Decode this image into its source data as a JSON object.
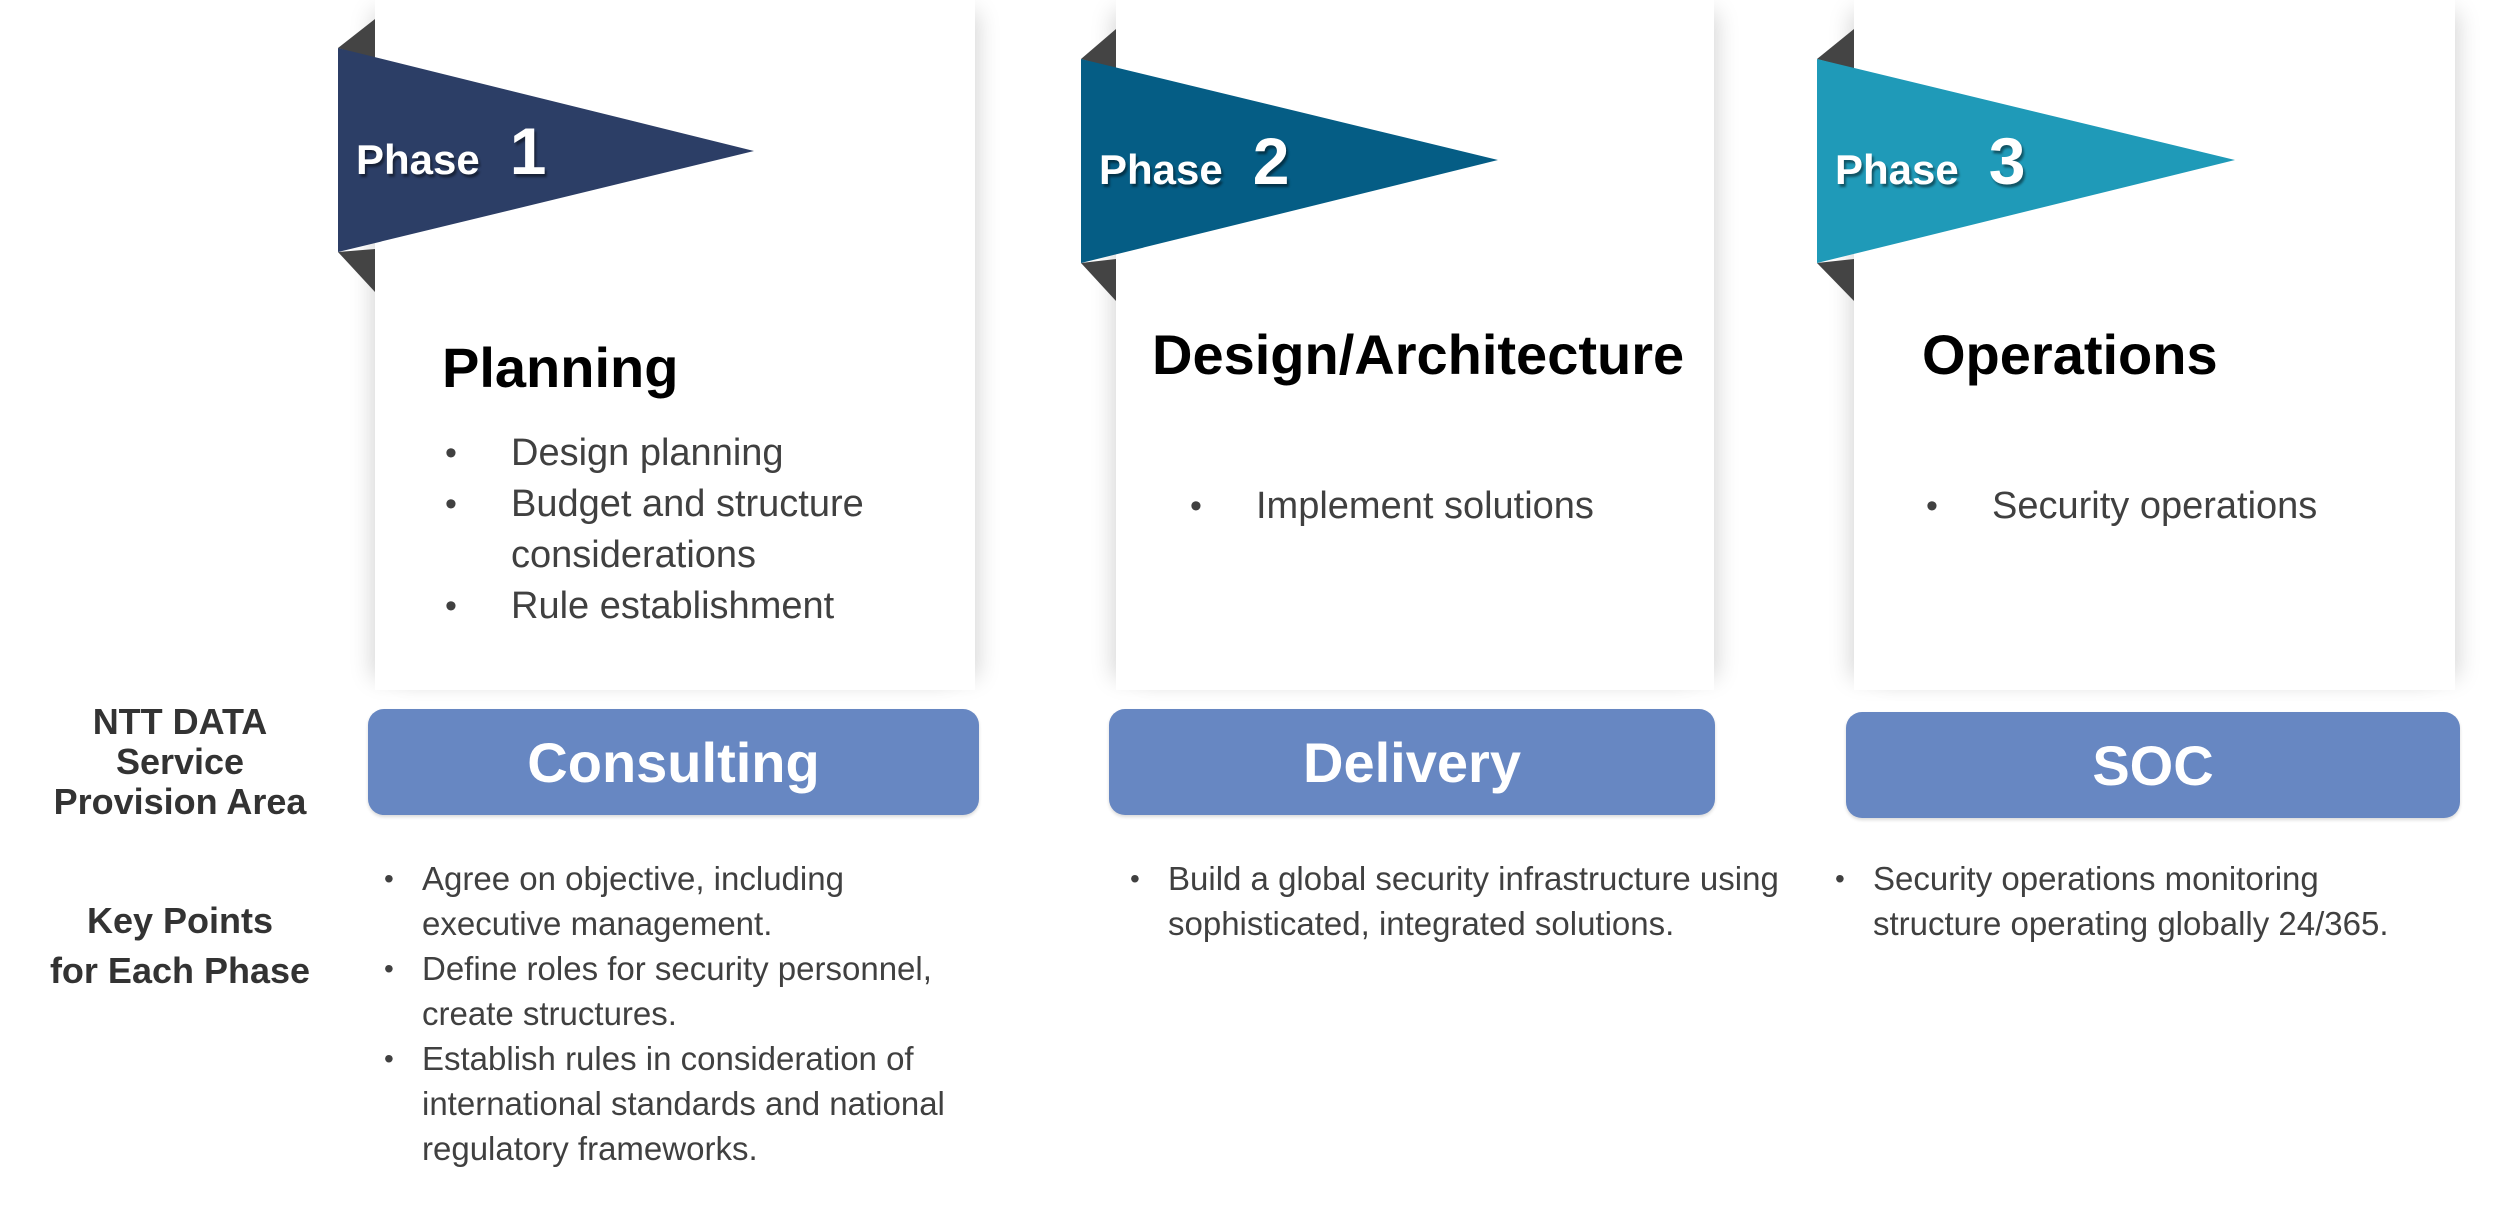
{
  "phases": [
    {
      "word": "Phase",
      "number": "1",
      "title": "Planning",
      "color": "#2c3e66",
      "items": [
        "Design planning",
        "Budget and structure considerations",
        "Rule establishment"
      ],
      "service": "Consulting",
      "key_points": [
        "Agree on objective, including executive management.",
        "Define roles for security personnel, create structures.",
        "Establish rules in consideration of international standards and national regulatory frameworks."
      ]
    },
    {
      "word": "Phase",
      "number": "2",
      "title": "Design/Architecture",
      "color": "#055d85",
      "items": [
        "Implement solutions"
      ],
      "service": "Delivery",
      "key_points": [
        "Build a global security infrastructure using sophisticated, integrated solutions."
      ]
    },
    {
      "word": "Phase",
      "number": "3",
      "title": "Operations",
      "color": "#1f9ab8",
      "items": [
        "Security operations"
      ],
      "service": "SOC",
      "key_points": [
        "Security operations monitoring structure operating globally 24/365."
      ]
    }
  ],
  "row_labels": {
    "service_area": [
      "NTT DATA",
      "Service",
      "Provision Area"
    ],
    "key_points": [
      "Key Points",
      "for Each Phase"
    ]
  },
  "colors": {
    "pill": "#6787c2",
    "fold": "#444444",
    "body_text": "#404040",
    "label_text": "#333333"
  }
}
